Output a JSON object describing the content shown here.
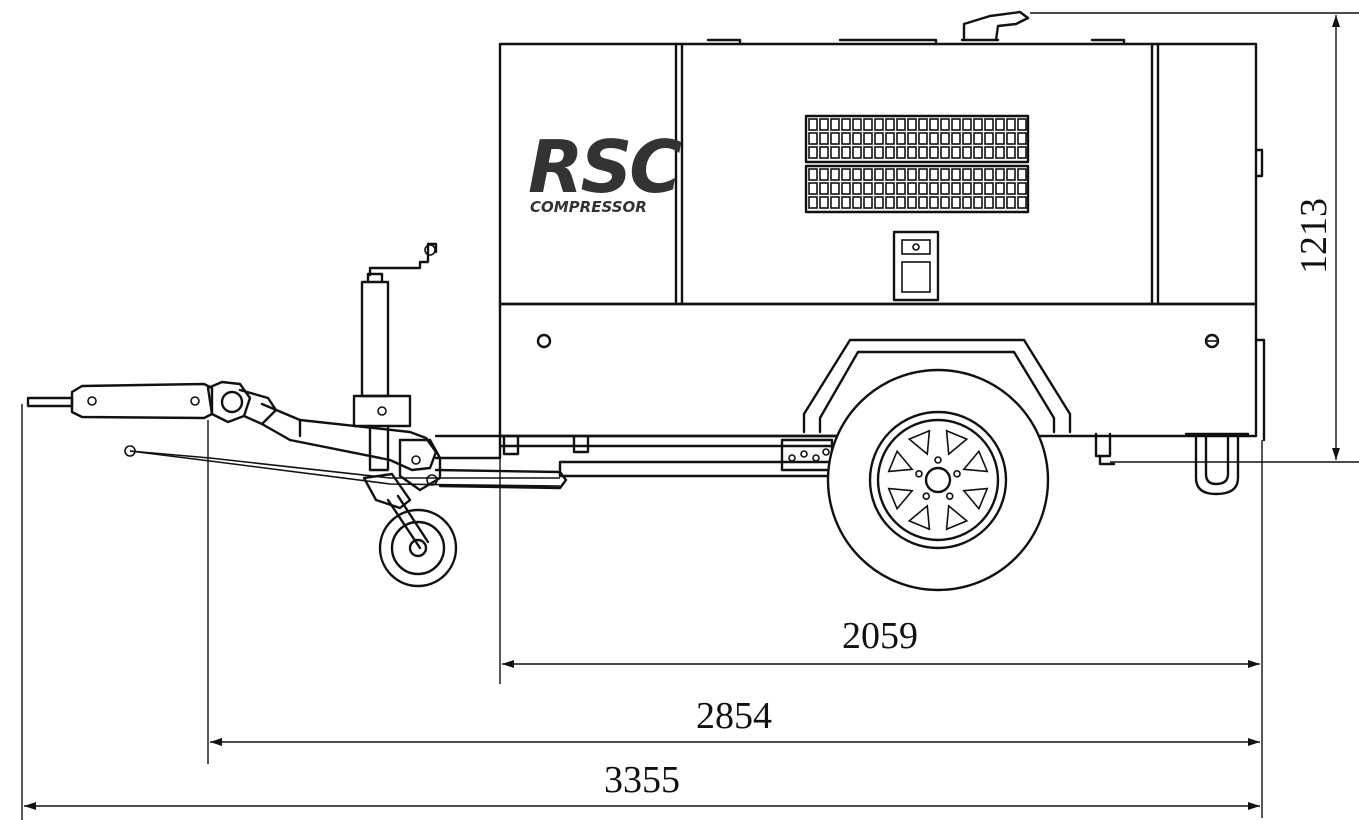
{
  "brand": {
    "logo_text": "RSC",
    "logo_subtext": "COMPRESSOR",
    "logo_color": "#333333"
  },
  "dimensions": {
    "height": "1213",
    "body_length": "2059",
    "axle_to_hitch_length": "2854",
    "overall_length": "3355"
  },
  "colors": {
    "line": "#111111",
    "background": "#ffffff"
  }
}
